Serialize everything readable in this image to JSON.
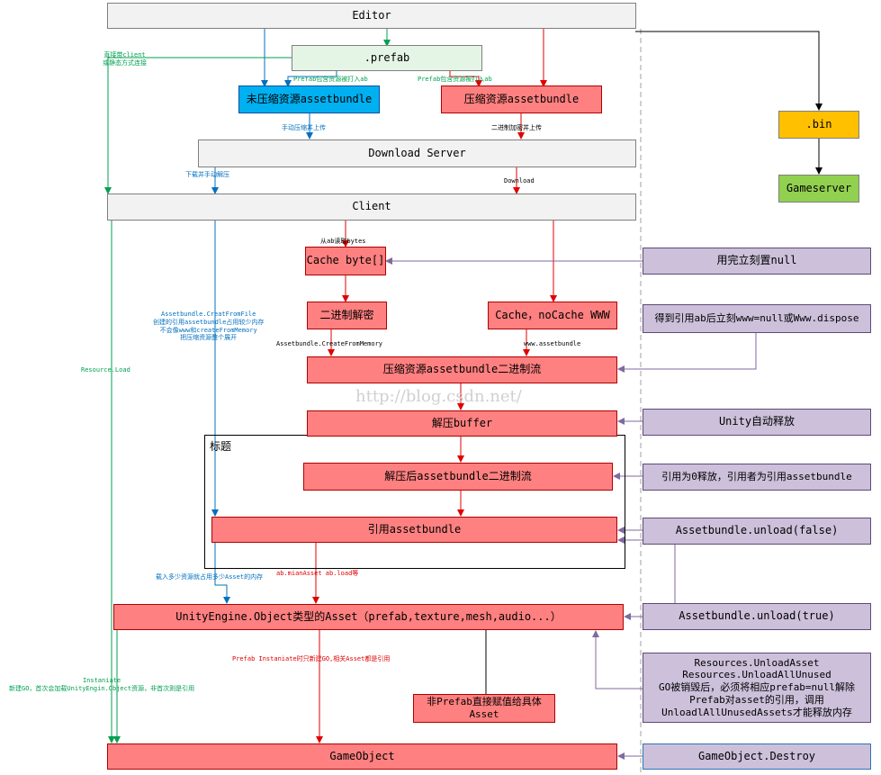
{
  "nodes": {
    "editor": "Editor",
    "prefab": ".prefab",
    "uncompressed_ab": "未压缩资源assetbundle",
    "compressed_ab": "压缩资源assetbundle",
    "download_server": "Download Server",
    "client": "Client",
    "bin": ".bin",
    "gameserver": "Gameserver",
    "cache_bytes": "Cache byte[]",
    "binary_decrypt": "二进制解密",
    "cache_www": "Cache，noCache WWW",
    "compressed_stream": "压缩资源assetbundle二进制流",
    "decompress_buffer": "解压buffer",
    "decompressed_stream": "解压后assetbundle二进制流",
    "ref_ab": "引用assetbundle",
    "asset": "UnityEngine.Object类型的Asset（prefab,texture,mesh,audio...）",
    "non_prefab": "非Prefab直接赋值给具体Asset",
    "gameobject": "GameObject"
  },
  "notes": {
    "null_bytes": "用完立刻置null",
    "www_dispose": "得到引用ab后立刻www=null或Www.dispose",
    "unity_auto": "Unity自动释放",
    "ref_zero": "引用为0释放，引用者为引用assetbundle",
    "unload_false": "Assetbundle.unload(false)",
    "unload_true": "Assetbundle.unload(true)",
    "resources_unload": "Resources.UnloadAsset\nResources.UnloadAllUnused\nGO被销毁后，必须将相应prefab=null解除Prefab对asset的引用，调用UnloadlAllUnusedAssets才能释放内存",
    "go_destroy": "GameObject.Destroy"
  },
  "labels": {
    "direct_client": "直接带client\n或静态方式连接",
    "prefab_pack_left": "Prefab包含资源被打入ab",
    "prefab_pack_right": "Prefab包含资源被打入ab",
    "manual_compress": "手动压缩并上传",
    "binary_encrypt": "二进制加密并上传",
    "download_decompress": "下载并手动解压",
    "download": "Download",
    "read_bytes": "从ab读取bytes",
    "create_from_file": "Assetbundle.CreatFromFile\n创建的引用assetbundle占用较少内存\n不会像www和createFromMemory\n把压缩资源整个展开",
    "create_from_memory": "Assetbundle.CreateFromMemory",
    "www_assetbundle": "www.assetbundle",
    "resource_load": "Resource.Load",
    "load_count": "载入多少资源就占用多少Asset的内存",
    "main_asset": "ab.mianAsset ab.load等",
    "prefab_instantiate": "Prefab Instaniate时只新建GO,相关Asset都是引用",
    "instantiate": "Instaniate\n新建GO，首次会加载UnityEngin.Object资源，非首次则是引用",
    "frame_title": "标题",
    "watermark": "http://blog.csdn.net/"
  }
}
